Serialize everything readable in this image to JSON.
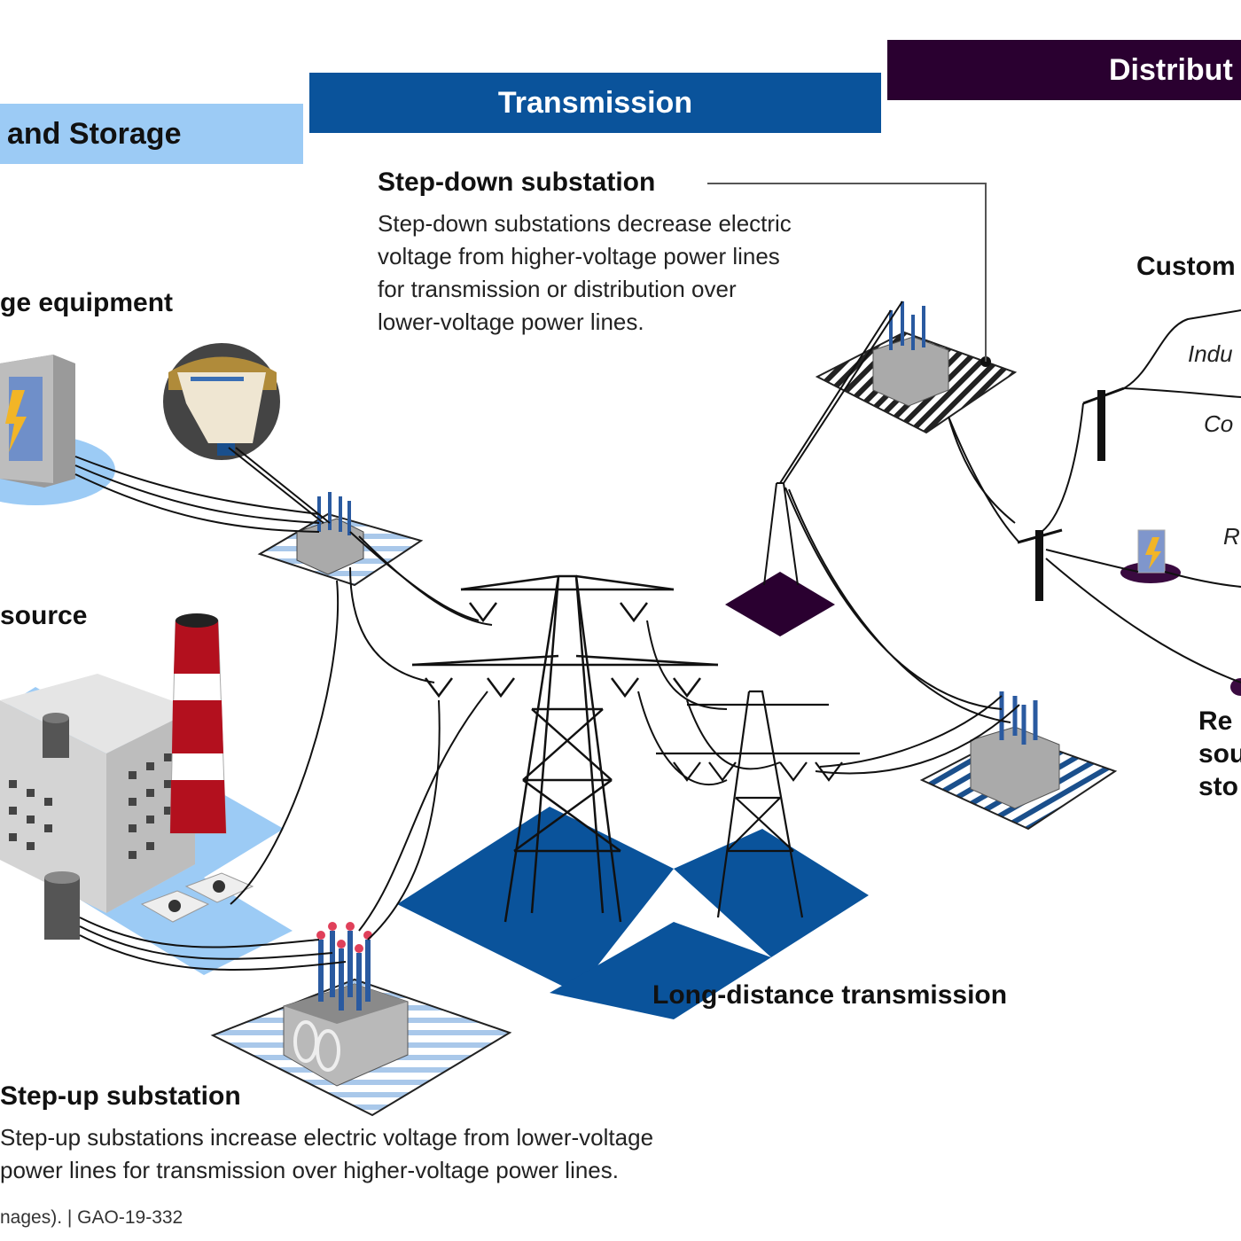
{
  "bands": {
    "generation": "and Storage",
    "transmission": "Transmission",
    "distribution": "Distribut"
  },
  "labels": {
    "storage_equipment": "ge equipment",
    "source": "source",
    "customers": "Custom",
    "industrial": "Indu",
    "commercial": "Co",
    "residential": "R",
    "renewable_line1": "Re",
    "renewable_line2": "sou",
    "renewable_line3": "sto",
    "long_distance": "Long-distance transmission"
  },
  "step_down": {
    "title": "Step-down substation",
    "lines": [
      "Step-down substations decrease electric",
      "voltage from higher-voltage power lines",
      "for transmission or distribution over",
      "lower-voltage power lines."
    ]
  },
  "step_up": {
    "title": "Step-up substation",
    "lines": [
      "Step-up substations increase electric voltage from lower-voltage",
      "power lines for transmission over higher-voltage power lines."
    ]
  },
  "source_note": "nages).  |  GAO-19-332",
  "colors": {
    "generation_band": "#9ccbf5",
    "transmission_band": "#0a539b",
    "distribution_band": "#2a0030",
    "tower_base": "#0a539b",
    "dist_base": "#3a0a40"
  }
}
